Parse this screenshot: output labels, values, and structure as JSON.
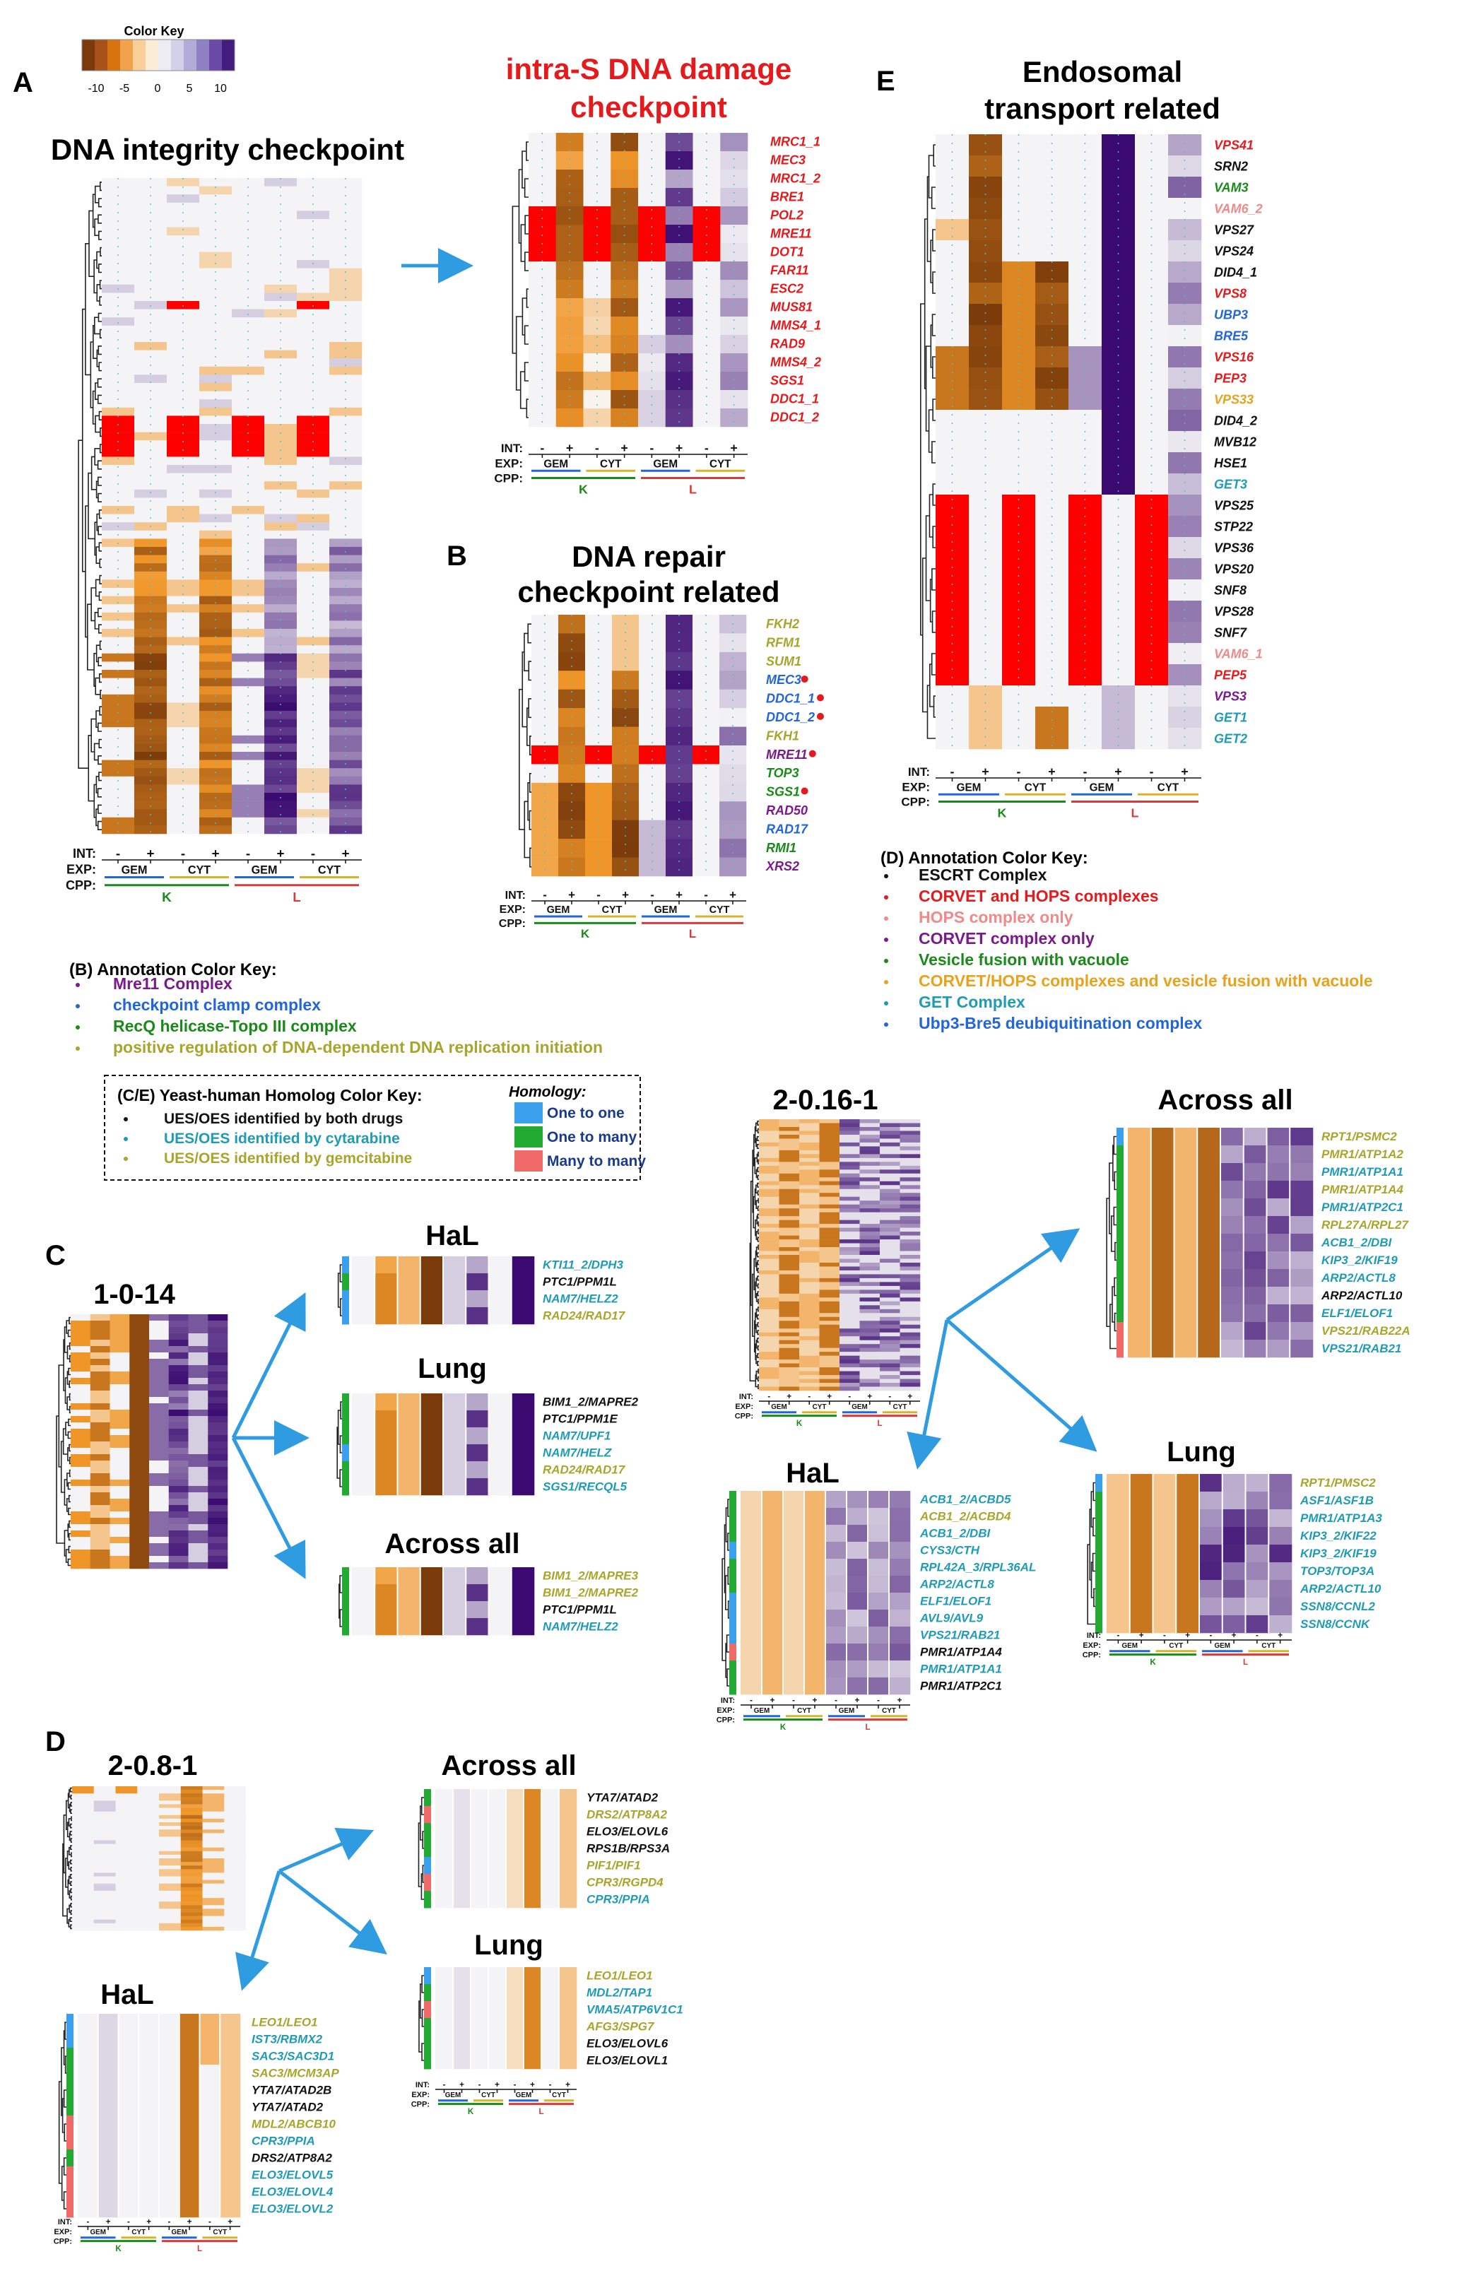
{
  "figure": {
    "panel_letters": [
      "A",
      "B",
      "C",
      "D",
      "E"
    ],
    "color_key": {
      "title": "Color Key",
      "ticks": [
        "-10",
        "-5",
        "0",
        "5",
        "10"
      ],
      "colors": [
        "#7a3a0a",
        "#a8521a",
        "#d8740f",
        "#f2a24b",
        "#f8cf99",
        "#fbecd6",
        "#ececf4",
        "#d3d1e8",
        "#b3acd8",
        "#8e80c2",
        "#6a4aa7",
        "#421c7f"
      ]
    },
    "axis": {
      "int": "INT:",
      "exp": "EXP:",
      "cpp": "CPP:",
      "minus": "-",
      "plus": "+",
      "gem": "GEM",
      "cyt": "CYT",
      "k": "K",
      "l": "L"
    },
    "colors": {
      "red": "#e41a1c",
      "blue": "#2266d8",
      "green": "#1a8a1a",
      "olive": "#a9a52c",
      "purple": "#7a1a8c",
      "pink": "#f08a8a",
      "orange": "#e8a21c",
      "teal": "#1f9bb6",
      "black": "#111111"
    },
    "A": {
      "title": "DNA integrity checkpoint"
    },
    "A2": {
      "title_line1": "intra-S DNA damage",
      "title_line2": "checkpoint",
      "genes": [
        {
          "t": "MRC1_1",
          "c": "red"
        },
        {
          "t": "MEC3",
          "c": "red"
        },
        {
          "t": "MRC1_2",
          "c": "red"
        },
        {
          "t": "BRE1",
          "c": "red"
        },
        {
          "t": "POL2",
          "c": "red"
        },
        {
          "t": "MRE11",
          "c": "red"
        },
        {
          "t": "DOT1",
          "c": "red"
        },
        {
          "t": "FAR11",
          "c": "red"
        },
        {
          "t": "ESC2",
          "c": "red"
        },
        {
          "t": "MUS81",
          "c": "red"
        },
        {
          "t": "MMS4_1",
          "c": "red"
        },
        {
          "t": "RAD9",
          "c": "red"
        },
        {
          "t": "MMS4_2",
          "c": "red"
        },
        {
          "t": "SGS1",
          "c": "red"
        },
        {
          "t": "DDC1_1",
          "c": "red"
        },
        {
          "t": "DDC1_2",
          "c": "red"
        }
      ]
    },
    "B": {
      "title_line1": "DNA repair",
      "title_line2": "checkpoint related",
      "genes": [
        {
          "t": "FKH2",
          "c": "olive"
        },
        {
          "t": "RFM1",
          "c": "olive"
        },
        {
          "t": "SUM1",
          "c": "olive"
        },
        {
          "t": "MEC3",
          "c": "blue"
        },
        {
          "t": "DDC1_1",
          "c": "blue"
        },
        {
          "t": "DDC1_2",
          "c": "blue"
        },
        {
          "t": "FKH1",
          "c": "olive"
        },
        {
          "t": "MRE11",
          "c": "purple"
        },
        {
          "t": "TOP3",
          "c": "green"
        },
        {
          "t": "SGS1",
          "c": "green"
        },
        {
          "t": "RAD50",
          "c": "purple"
        },
        {
          "t": "RAD17",
          "c": "blue"
        },
        {
          "t": "RMI1",
          "c": "green"
        },
        {
          "t": "XRS2",
          "c": "purple"
        }
      ],
      "key_title": "(B) Annotation Color Key:",
      "key": [
        {
          "t": "Mre11 Complex",
          "c": "purple"
        },
        {
          "t": "checkpoint clamp complex",
          "c": "blue"
        },
        {
          "t": "RecQ helicase-Topo III complex",
          "c": "green"
        },
        {
          "t": "positive regulation of DNA-dependent DNA replication initiation",
          "c": "olive"
        }
      ]
    },
    "E": {
      "title_line1": "Endosomal",
      "title_line2": "transport related",
      "genes": [
        {
          "t": "VPS41",
          "c": "red"
        },
        {
          "t": "SRN2",
          "c": "black"
        },
        {
          "t": "VAM3",
          "c": "green"
        },
        {
          "t": "VAM6_2",
          "c": "pink"
        },
        {
          "t": "VPS27",
          "c": "black"
        },
        {
          "t": "VPS24",
          "c": "black"
        },
        {
          "t": "DID4_1",
          "c": "black"
        },
        {
          "t": "VPS8",
          "c": "red"
        },
        {
          "t": "UBP3",
          "c": "blue"
        },
        {
          "t": "BRE5",
          "c": "blue"
        },
        {
          "t": "VPS16",
          "c": "red"
        },
        {
          "t": "PEP3",
          "c": "red"
        },
        {
          "t": "VPS33",
          "c": "orange"
        },
        {
          "t": "DID4_2",
          "c": "black"
        },
        {
          "t": "MVB12",
          "c": "black"
        },
        {
          "t": "HSE1",
          "c": "black"
        },
        {
          "t": "GET3",
          "c": "teal"
        },
        {
          "t": "VPS25",
          "c": "black"
        },
        {
          "t": "STP22",
          "c": "black"
        },
        {
          "t": "VPS36",
          "c": "black"
        },
        {
          "t": "VPS20",
          "c": "black"
        },
        {
          "t": "SNF8",
          "c": "black"
        },
        {
          "t": "VPS28",
          "c": "black"
        },
        {
          "t": "SNF7",
          "c": "black"
        },
        {
          "t": "VAM6_1",
          "c": "pink"
        },
        {
          "t": "PEP5",
          "c": "red"
        },
        {
          "t": "VPS3",
          "c": "purple"
        },
        {
          "t": "GET1",
          "c": "teal"
        },
        {
          "t": "GET2",
          "c": "teal"
        }
      ],
      "key_title": "(D) Annotation Color Key:",
      "key": [
        {
          "t": "ESCRT Complex",
          "c": "black"
        },
        {
          "t": "CORVET and HOPS complexes",
          "c": "red"
        },
        {
          "t": "HOPS complex only",
          "c": "pink"
        },
        {
          "t": "CORVET complex only",
          "c": "purple"
        },
        {
          "t": "Vesicle fusion with vacuole",
          "c": "green"
        },
        {
          "t": "CORVET/HOPS complexes and vesicle fusion with vacuole",
          "c": "orange"
        },
        {
          "t": "GET Complex",
          "c": "teal"
        },
        {
          "t": "Ubp3-Bre5 deubiquitination complex",
          "c": "blue"
        }
      ]
    },
    "homolog_key": {
      "title": "(C/E) Yeast-human Homolog Color Key:",
      "items": [
        {
          "t": "UES/OES identified by both drugs",
          "c": "black"
        },
        {
          "t": "UES/OES identified by cytarabine",
          "c": "teal"
        },
        {
          "t": "UES/OES identified by gemcitabine",
          "c": "olive"
        }
      ],
      "homology_title": "Homology:",
      "homology": [
        {
          "t": "One to one",
          "c": "#3aa0ee"
        },
        {
          "t": "One to many",
          "c": "#22aa33"
        },
        {
          "t": "Many to many",
          "c": "#f06a6a"
        }
      ]
    },
    "C": {
      "cluster": "1-0-14",
      "hal": {
        "title": "HaL",
        "genes": [
          {
            "t": "KTI11_2/DPH3",
            "c": "teal"
          },
          {
            "t": "PTC1/PPM1L",
            "c": "black"
          },
          {
            "t": "NAM7/HELZ2",
            "c": "teal"
          },
          {
            "t": "RAD24/RAD17",
            "c": "olive"
          }
        ]
      },
      "lung": {
        "title": "Lung",
        "genes": [
          {
            "t": "BIM1_2/MAPRE2",
            "c": "black"
          },
          {
            "t": "PTC1/PPM1E",
            "c": "black"
          },
          {
            "t": "NAM7/UPF1",
            "c": "teal"
          },
          {
            "t": "NAM7/HELZ",
            "c": "teal"
          },
          {
            "t": "RAD24/RAD17",
            "c": "olive"
          },
          {
            "t": "SGS1/RECQL5",
            "c": "teal"
          }
        ]
      },
      "all": {
        "title": "Across all",
        "genes": [
          {
            "t": "BIM1_2/MAPRE3",
            "c": "olive"
          },
          {
            "t": "BIM1_2/MAPRE2",
            "c": "olive"
          },
          {
            "t": "PTC1/PPM1L",
            "c": "black"
          },
          {
            "t": "NAM7/HELZ2",
            "c": "teal"
          }
        ]
      }
    },
    "C2": {
      "cluster": "2-0.16-1",
      "all": {
        "title": "Across all",
        "genes": [
          {
            "t": "RPT1/PSMC2",
            "c": "olive"
          },
          {
            "t": "PMR1/ATP1A2",
            "c": "olive"
          },
          {
            "t": "PMR1/ATP1A1",
            "c": "teal"
          },
          {
            "t": "PMR1/ATP1A4",
            "c": "olive"
          },
          {
            "t": "PMR1/ATP2C1",
            "c": "teal"
          },
          {
            "t": "RPL27A/RPL27",
            "c": "olive"
          },
          {
            "t": "ACB1_2/DBI",
            "c": "teal"
          },
          {
            "t": "KIP3_2/KIF19",
            "c": "teal"
          },
          {
            "t": "ARP2/ACTL8",
            "c": "teal"
          },
          {
            "t": "ARP2/ACTL10",
            "c": "black"
          },
          {
            "t": "ELF1/ELOF1",
            "c": "teal"
          },
          {
            "t": "VPS21/RAB22A",
            "c": "olive"
          },
          {
            "t": "VPS21/RAB21",
            "c": "teal"
          }
        ]
      },
      "hal": {
        "title": "HaL",
        "genes": [
          {
            "t": "ACB1_2/ACBD5",
            "c": "teal"
          },
          {
            "t": "ACB1_2/ACBD4",
            "c": "olive"
          },
          {
            "t": "ACB1_2/DBI",
            "c": "teal"
          },
          {
            "t": "CYS3/CTH",
            "c": "teal"
          },
          {
            "t": "RPL42A_3/RPL36AL",
            "c": "teal"
          },
          {
            "t": "ARP2/ACTL8",
            "c": "teal"
          },
          {
            "t": "ELF1/ELOF1",
            "c": "teal"
          },
          {
            "t": "AVL9/AVL9",
            "c": "teal"
          },
          {
            "t": "VPS21/RAB21",
            "c": "teal"
          },
          {
            "t": "PMR1/ATP1A4",
            "c": "black"
          },
          {
            "t": "PMR1/ATP1A1",
            "c": "teal"
          },
          {
            "t": "PMR1/ATP2C1",
            "c": "black"
          }
        ]
      },
      "lung": {
        "title": "Lung",
        "genes": [
          {
            "t": "RPT1/PMSC2",
            "c": "olive"
          },
          {
            "t": "ASF1/ASF1B",
            "c": "teal"
          },
          {
            "t": "PMR1/ATP1A3",
            "c": "teal"
          },
          {
            "t": "KIP3_2/KIF22",
            "c": "teal"
          },
          {
            "t": "KIP3_2/KIF19",
            "c": "teal"
          },
          {
            "t": "TOP3/TOP3A",
            "c": "teal"
          },
          {
            "t": "ARP2/ACTL10",
            "c": "teal"
          },
          {
            "t": "SSN8/CCNL2",
            "c": "teal"
          },
          {
            "t": "SSN8/CCNK",
            "c": "teal"
          }
        ]
      }
    },
    "D": {
      "cluster": "2-0.8-1",
      "all": {
        "title": "Across all",
        "genes": [
          {
            "t": "YTA7/ATAD2",
            "c": "black"
          },
          {
            "t": "DRS2/ATP8A2",
            "c": "olive"
          },
          {
            "t": "ELO3/ELOVL6",
            "c": "black"
          },
          {
            "t": "RPS1B/RPS3A",
            "c": "black"
          },
          {
            "t": "PIF1/PIF1",
            "c": "olive"
          },
          {
            "t": "CPR3/RGPD4",
            "c": "olive"
          },
          {
            "t": "CPR3/PPIA",
            "c": "teal"
          }
        ]
      },
      "lung": {
        "title": "Lung",
        "genes": [
          {
            "t": "LEO1/LEO1",
            "c": "olive"
          },
          {
            "t": "MDL2/TAP1",
            "c": "teal"
          },
          {
            "t": "VMA5/ATP6V1C1",
            "c": "teal"
          },
          {
            "t": "AFG3/SPG7",
            "c": "olive"
          },
          {
            "t": "ELO3/ELOVL6",
            "c": "black"
          },
          {
            "t": "ELO3/ELOVL1",
            "c": "black"
          }
        ]
      },
      "hal": {
        "title": "HaL",
        "genes": [
          {
            "t": "LEO1/LEO1",
            "c": "olive"
          },
          {
            "t": "IST3/RBMX2",
            "c": "teal"
          },
          {
            "t": "SAC3/SAC3D1",
            "c": "teal"
          },
          {
            "t": "SAC3/MCM3AP",
            "c": "olive"
          },
          {
            "t": "YTA7/ATAD2B",
            "c": "black"
          },
          {
            "t": "YTA7/ATAD2",
            "c": "black"
          },
          {
            "t": "MDL2/ABCB10",
            "c": "olive"
          },
          {
            "t": "CPR3/PPIA",
            "c": "teal"
          },
          {
            "t": "DRS2/ATP8A2",
            "c": "black"
          },
          {
            "t": "ELO3/ELOVL5",
            "c": "teal"
          },
          {
            "t": "ELO3/ELOVL4",
            "c": "teal"
          },
          {
            "t": "ELO3/ELOVL2",
            "c": "teal"
          }
        ]
      }
    }
  }
}
